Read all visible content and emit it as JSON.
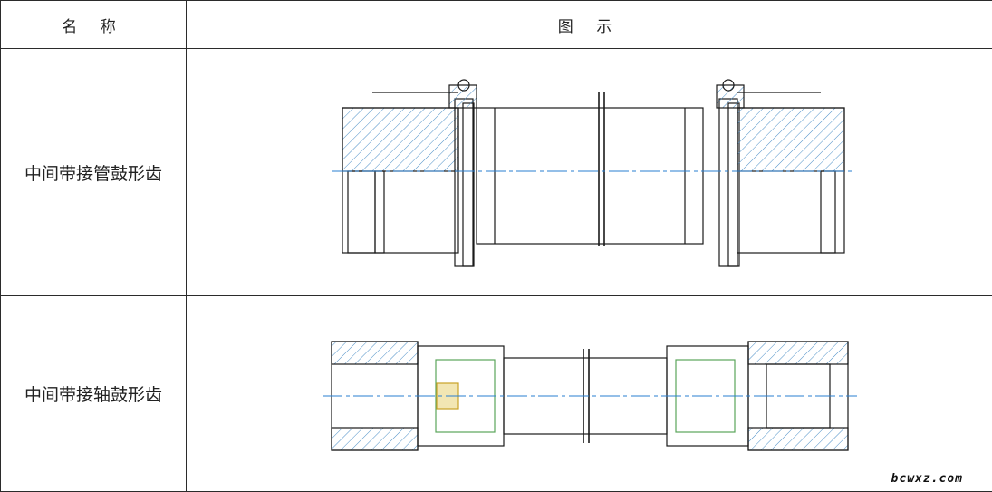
{
  "table": {
    "header": {
      "name": "名 称",
      "figure": "图 示"
    },
    "rows": [
      {
        "name": "中间带接管鼓形齿"
      },
      {
        "name": "中间带接轴鼓形齿"
      }
    ]
  },
  "watermark": "bcwxz.com",
  "colors": {
    "outline": "#1a1a1a",
    "hatch": "#4c8fc7",
    "centerline": "#2a7fd0",
    "accent_green": "#5aa55a",
    "accent_gold": "#c9a227"
  }
}
